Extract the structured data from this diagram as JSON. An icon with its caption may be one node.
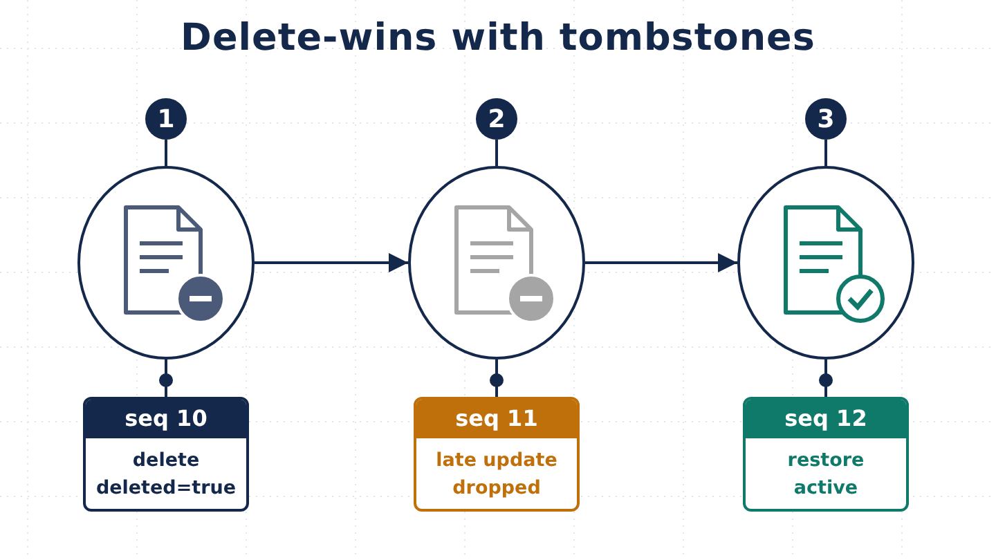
{
  "diagram": {
    "title": "Delete-wins with tombstones",
    "nodes": [
      {
        "text": [
          "1"
        ]
      },
      {
        "text": [],
        "shape": "circle"
      },
      {
        "text": [
          "seq 10",
          "delete deleted=true"
        ]
      },
      {
        "text": [
          "2"
        ]
      },
      {
        "text": [],
        "shape": "circle"
      },
      {
        "text": [
          "seq 11",
          "late update dropped"
        ]
      },
      {
        "text": [
          "3"
        ]
      },
      {
        "text": [],
        "shape": "circle"
      },
      {
        "text": [
          "seq 12",
          "restore active"
        ]
      }
    ],
    "edges": [
      {
        "from": 0,
        "to": 1,
        "arrow": "none"
      },
      {
        "from": 1,
        "to": 2,
        "arrow": "other"
      },
      {
        "from": 3,
        "to": 4,
        "arrow": "none"
      },
      {
        "from": 4,
        "to": 5,
        "arrow": "other"
      },
      {
        "from": 6,
        "to": 7,
        "arrow": "none"
      },
      {
        "from": 7,
        "to": 8,
        "arrow": "other"
      },
      {
        "from": 1,
        "to": 4,
        "arrow": "to"
      },
      {
        "from": 4,
        "to": 7,
        "arrow": "to"
      }
    ]
  }
}
